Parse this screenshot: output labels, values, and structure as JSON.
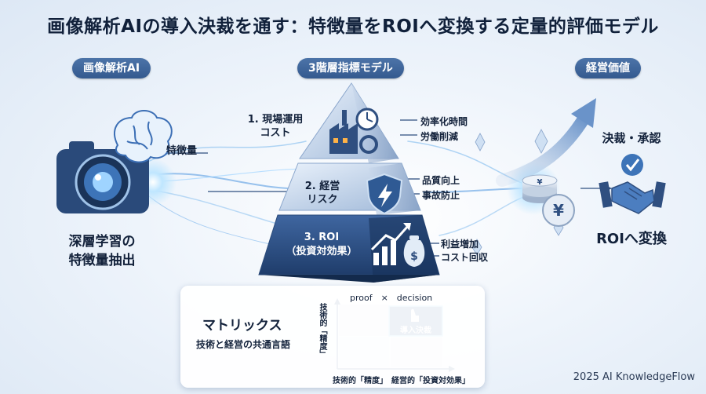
{
  "title": "画像解析AIの導入決裁を通す：特徴量をROIへ変換する定量的評価モデル",
  "columns": {
    "left": "画像解析AI",
    "center": "3階層指標モデル",
    "right": "経営価値"
  },
  "left": {
    "feature_label": "特徴量",
    "caption_line1": "深層学習の",
    "caption_line2": "特徴量抽出"
  },
  "tiers": [
    {
      "number_label": "1. 現場運用",
      "second_line": "コスト",
      "metrics": [
        "効率化時間",
        "労働削減"
      ]
    },
    {
      "number_label": "2. 経営",
      "second_line": "リスク",
      "metrics": [
        "品質向上",
        "事故防止"
      ]
    },
    {
      "number_label": "3. ROI",
      "second_line": "（投資対効果）",
      "metrics": [
        "利益増加",
        "コスト回収"
      ]
    }
  ],
  "right": {
    "approval_label": "決裁・承認",
    "roi_label": "ROIへ変換"
  },
  "matrix": {
    "heading": "マトリックス",
    "subheading": "技術と経営の共通言語",
    "top_label": "proof　×　decision",
    "y_axis_label": "技術的「精度」",
    "x_axis_label": "技術的「精度」　経営的「投資対効果」",
    "highlight_label": "導入決裁"
  },
  "footer": "2025 AI KnowledgeFlow",
  "colors": {
    "navy": "#2f4f80",
    "accent_blue": "#4c8fe0",
    "cyan_glow": "#8fd3ff",
    "title_dark": "#10203a"
  }
}
